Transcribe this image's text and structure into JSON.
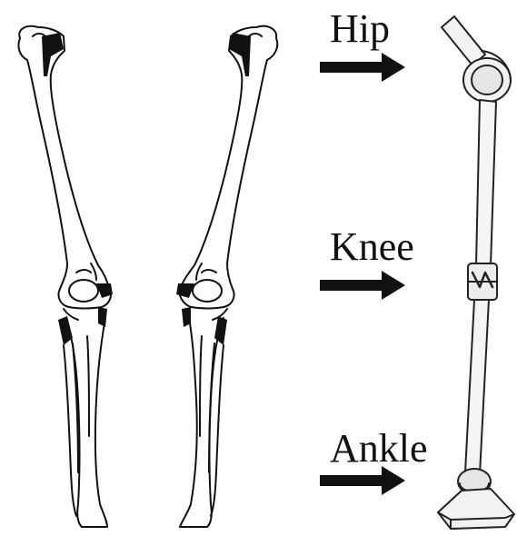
{
  "labels": {
    "hip": "Hip",
    "knee": "Knee",
    "ankle": "Ankle"
  },
  "colors": {
    "line": "#111111",
    "arrow": "#111111",
    "prosthesis_fill": "#f2f2f2",
    "prosthesis_shade": "#d8d8d8"
  }
}
